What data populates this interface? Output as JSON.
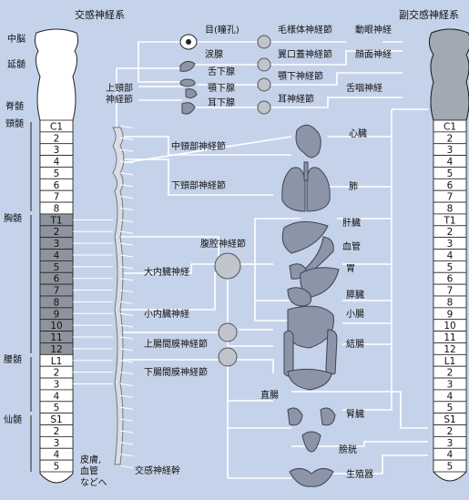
{
  "titles": {
    "sympathetic": "交感神経系",
    "parasympathetic": "副交感神経系"
  },
  "cns_regions": {
    "midbrain": "中脳",
    "medulla": "延髄",
    "spinal_cord": "脊髄",
    "cervical": "頸髄",
    "thoracic": "胸髄",
    "lumbar": "腰髄",
    "sacral": "仙髄"
  },
  "segments_left": [
    "C1",
    "2",
    "3",
    "4",
    "5",
    "6",
    "7",
    "8",
    "T1",
    "2",
    "3",
    "4",
    "5",
    "6",
    "7",
    "8",
    "9",
    "10",
    "11",
    "12",
    "L1",
    "2",
    "3",
    "4",
    "5",
    "S1",
    "2",
    "3",
    "4",
    "5"
  ],
  "segments_right": [
    "C1",
    "2",
    "3",
    "4",
    "5",
    "6",
    "7",
    "8",
    "T1",
    "2",
    "3",
    "4",
    "5",
    "6",
    "7",
    "8",
    "9",
    "10",
    "11",
    "12",
    "L1",
    "2",
    "3",
    "4",
    "5",
    "S1",
    "2",
    "3",
    "4",
    "5"
  ],
  "ganglia": {
    "superior_cervical": "上頸部\n神経節",
    "middle_cervical": "中頸部神経節",
    "inferior_cervical": "下頸部神経節",
    "celiac": "腹腔神経節",
    "greater_splanchnic": "大内臓神経",
    "lesser_splanchnic": "小内臓神経",
    "superior_mesenteric": "上腸間膜神経節",
    "inferior_mesenteric": "下腸間膜神経節",
    "skin_vessels": "皮膚,\n血管\nなどへ",
    "sympathetic_trunk": "交感神経幹"
  },
  "head_targets": {
    "eye": "目(瞳孔)",
    "lacrimal": "涙腺",
    "sublingual": "舌下腺",
    "submandibular": "顎下腺",
    "parotid": "耳下腺"
  },
  "para_ganglia": {
    "ciliary": "毛様体神経節",
    "pterygopalatine": "翼口蓋神経節",
    "submandibular": "顎下神経節",
    "otic": "耳神経節"
  },
  "cranial_nerves": {
    "oculomotor": "動眼神経",
    "facial": "顔面神経",
    "glossopharyngeal": "舌咽神経"
  },
  "organs": {
    "heart": "心臓",
    "lung": "肺",
    "liver": "肝臓",
    "vessels": "血管",
    "stomach": "胃",
    "pancreas": "膵臓",
    "small_intestine": "小腸",
    "large_intestine": "結腸",
    "rectum": "直腸",
    "kidney": "腎臓",
    "bladder": "膀胱",
    "genitals": "生殖器"
  },
  "colors": {
    "background": "#c5d3ea",
    "line": "#ffffff",
    "organ": "#8c95a8",
    "segment_shade": "#8e939d",
    "brainstem_fill": "#a3a9b3",
    "cord_fill": "#ffffff"
  }
}
